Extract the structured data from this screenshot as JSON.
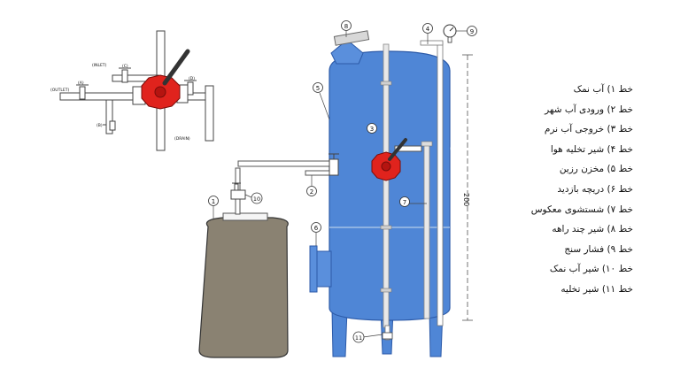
{
  "legend": [
    "خط ۱) آب نمک",
    "خط ۲) ورودی آب شهر",
    "خط ۳) خروجی آب نرم",
    "خط ۴) شیر تخلیه هوا",
    "خط ۵) مخزن رزین",
    "خط ۶) دریچه بازدید",
    "خط ۷) شستشوی معکوس",
    "خط ۸) شیر چند راهه",
    "خط ۹) فشار سنج",
    "خط ۱۰) شیر آب نمک",
    "خط ۱۱) شیر تخلیه"
  ],
  "callouts": {
    "c1": "1",
    "c2": "2",
    "c3": "3",
    "c4": "4",
    "c5": "5",
    "c6": "6",
    "c7": "7",
    "c8": "8",
    "c9": "9",
    "c10": "10",
    "c11": "11"
  },
  "dimension": "200",
  "inset_labels": {
    "inlet": "(INLET)",
    "outlet": "(OUTLET)",
    "drain": "(DRAIN)",
    "valve_a": "(A)",
    "valve_b": "(B)",
    "valve_c": "(C)",
    "valve_d": "(D)"
  },
  "colors": {
    "tank": "#4f86d6",
    "tank_outline": "#2c5aa8",
    "brine_tank": "#8a8272",
    "valve_red": "#e0231d"
  }
}
